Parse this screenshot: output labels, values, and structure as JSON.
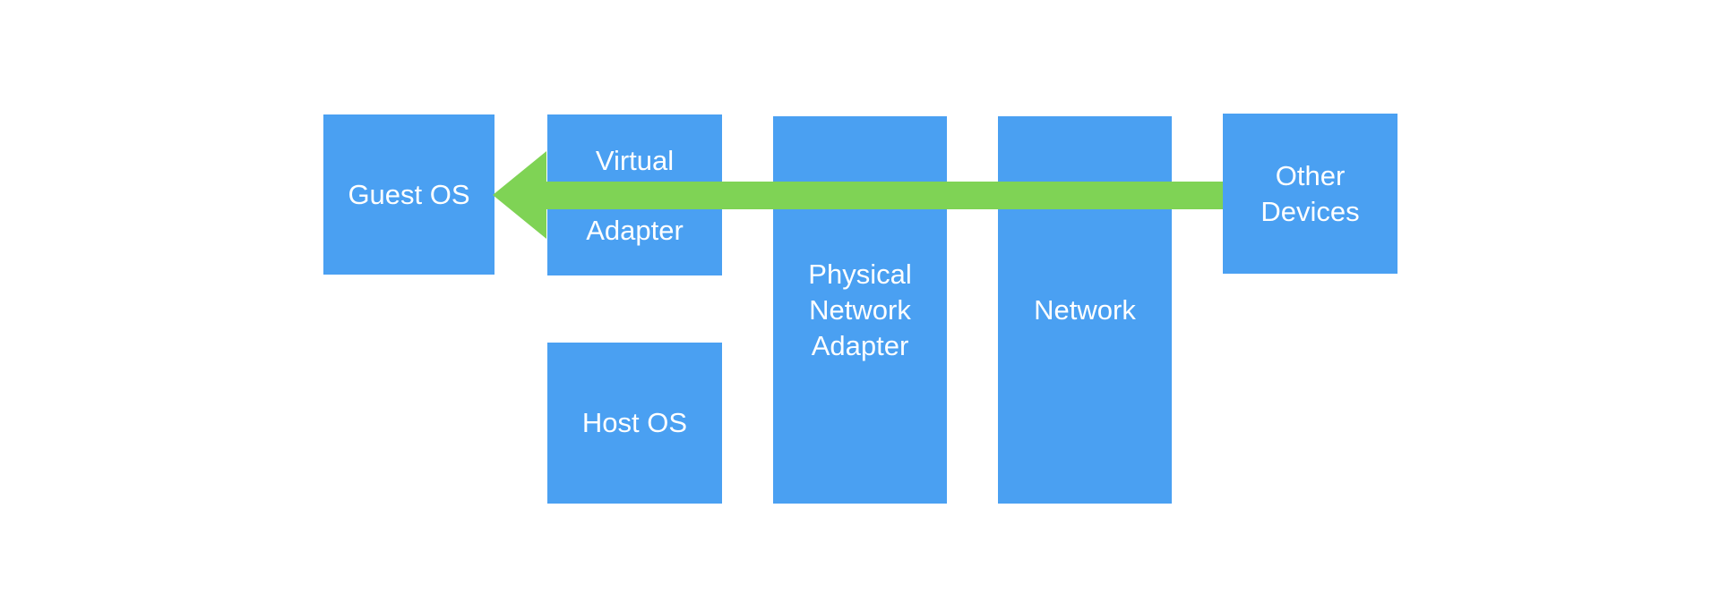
{
  "diagram": {
    "colors": {
      "box_blue": "#4AA0F2",
      "arrow_green": "#7FD355",
      "label_text": "#FFFFFF",
      "background": "#FFFFFF"
    },
    "nodes": {
      "guest_os": {
        "label": "Guest OS"
      },
      "virtual_adapter": {
        "line1": "Virtual",
        "line2": "Adapter"
      },
      "host_os": {
        "label": "Host OS"
      },
      "physical_network_adapter": {
        "line1": "Physical",
        "line2": "Network",
        "line3": "Adapter"
      },
      "network": {
        "label": "Network"
      },
      "other_devices": {
        "line1": "Other",
        "line2": "Devices"
      }
    },
    "arrow": {
      "direction": "left",
      "from_node": "Other Devices",
      "to_node": "Guest OS"
    }
  }
}
